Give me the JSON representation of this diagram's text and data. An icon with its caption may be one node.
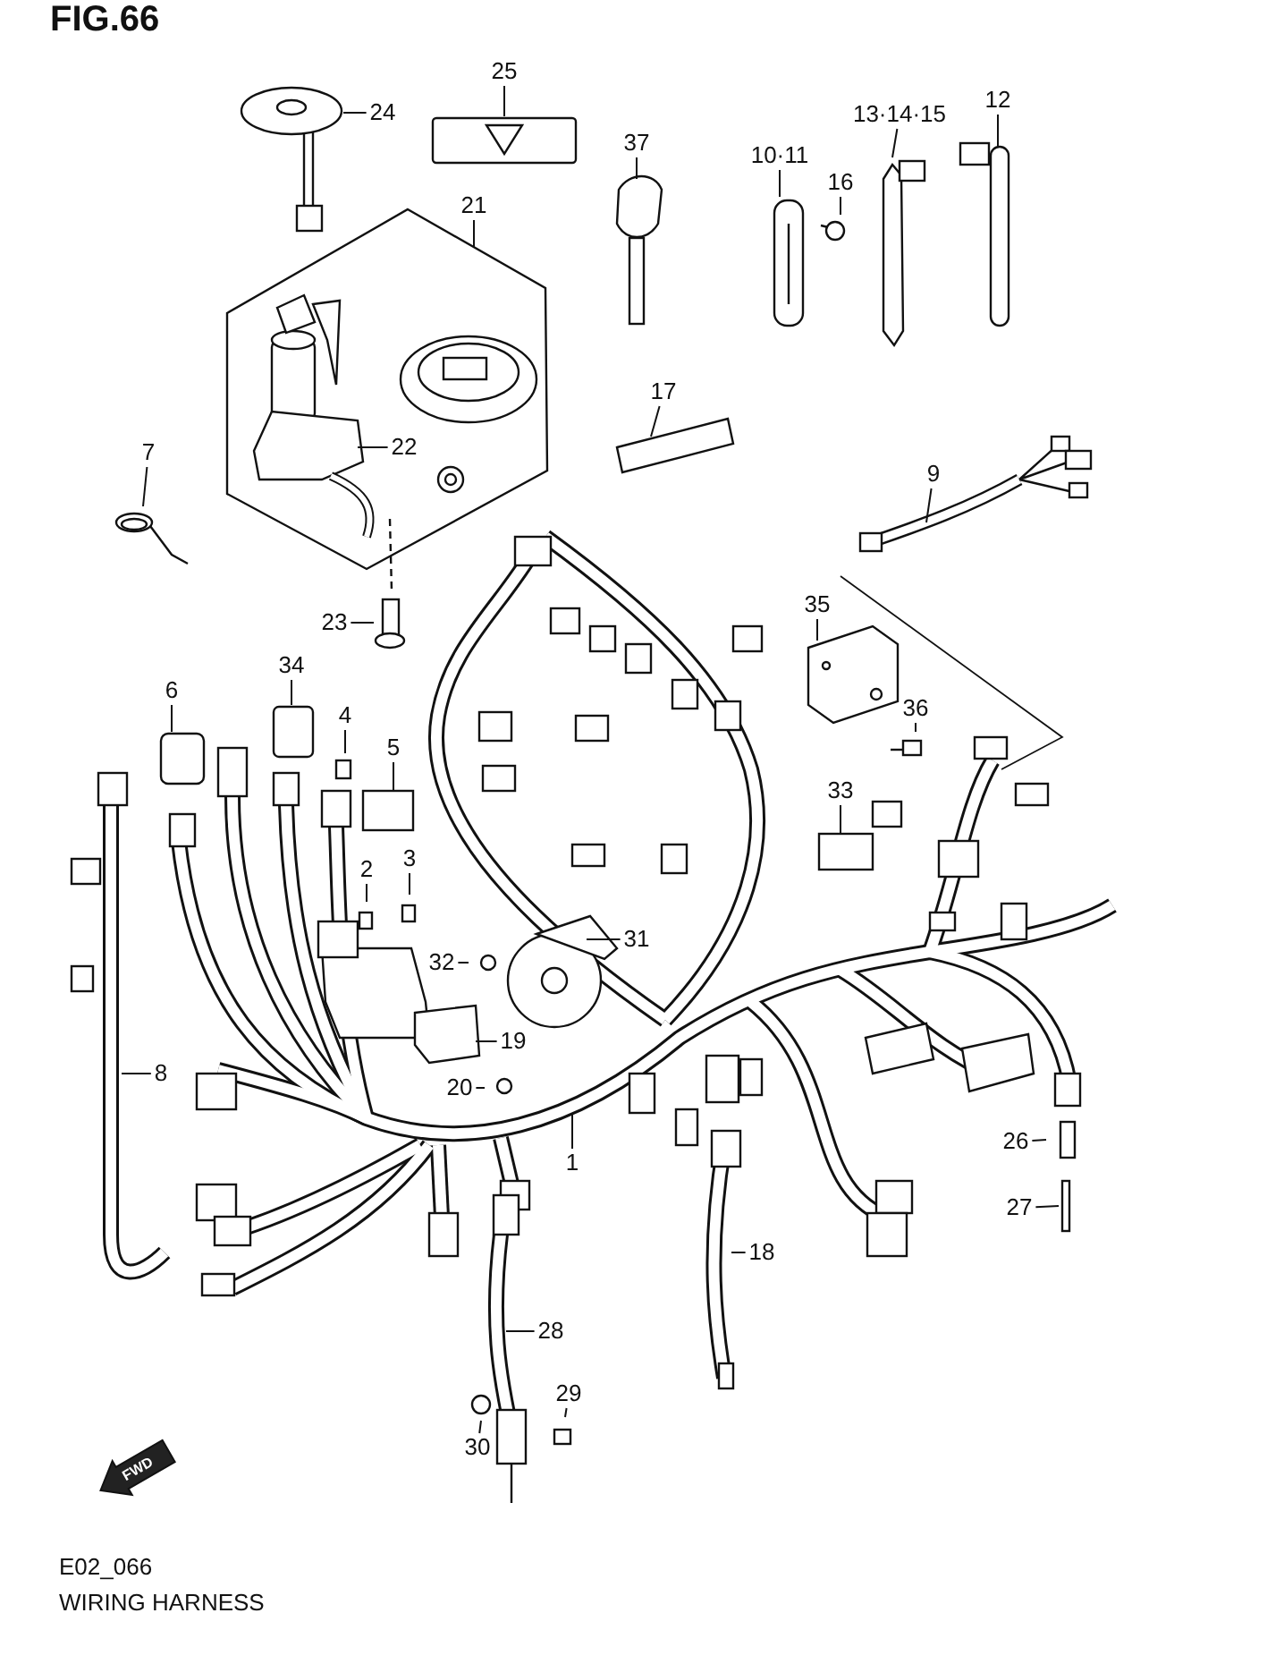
{
  "diagram": {
    "title": "FIG.66",
    "caption": "WIRING HARNESS",
    "nodes": [
      {
        "text": [
          "25"
        ]
      },
      {
        "text": [
          "24"
        ]
      },
      {
        "text": [
          "12"
        ]
      },
      {
        "text": [
          "13·14·15"
        ]
      },
      {
        "text": [
          "37"
        ]
      },
      {
        "text": [
          "10·11"
        ]
      },
      {
        "text": [
          "16"
        ]
      },
      {
        "text": [
          "21"
        ]
      },
      {
        "text": [
          "17"
        ]
      },
      {
        "text": [
          "22"
        ]
      },
      {
        "text": [
          "7"
        ]
      },
      {
        "text": [
          "9"
        ]
      },
      {
        "text": [
          "35"
        ]
      },
      {
        "text": [
          "23"
        ]
      },
      {
        "text": [
          "34"
        ]
      },
      {
        "text": [
          "6"
        ]
      },
      {
        "text": [
          "36"
        ]
      },
      {
        "text": [
          "4"
        ]
      },
      {
        "text": [
          "5"
        ]
      },
      {
        "text": [
          "33"
        ]
      },
      {
        "text": [
          "3"
        ]
      },
      {
        "text": [
          "2"
        ]
      },
      {
        "text": [
          "31"
        ]
      },
      {
        "text": [
          "32"
        ]
      },
      {
        "text": [
          "19"
        ]
      },
      {
        "text": [
          "20"
        ]
      },
      {
        "text": [
          "8"
        ]
      },
      {
        "text": [
          "26"
        ]
      },
      {
        "text": [
          "1"
        ]
      },
      {
        "text": [
          "27"
        ]
      },
      {
        "text": [
          "18"
        ]
      },
      {
        "text": [
          "28"
        ]
      },
      {
        "text": [
          "29"
        ]
      },
      {
        "text": [
          "30"
        ]
      }
    ],
    "edges": [
      {
        "from": 0,
        "to": null,
        "arrow": "none"
      },
      {
        "from": 1,
        "to": null,
        "arrow": "none"
      },
      {
        "from": 2,
        "to": null,
        "arrow": "none"
      },
      {
        "from": 3,
        "to": null,
        "arrow": "none"
      },
      {
        "from": 4,
        "to": null,
        "arrow": "none"
      },
      {
        "from": 5,
        "to": null,
        "arrow": "none"
      },
      {
        "from": 6,
        "to": null,
        "arrow": "none"
      },
      {
        "from": 7,
        "to": null,
        "arrow": "none"
      },
      {
        "from": 8,
        "to": null,
        "arrow": "none"
      },
      {
        "from": 9,
        "to": null,
        "arrow": "none"
      },
      {
        "from": 10,
        "to": null,
        "arrow": "none"
      },
      {
        "from": 11,
        "to": null,
        "arrow": "none"
      },
      {
        "from": 12,
        "to": null,
        "arrow": "none"
      },
      {
        "from": 13,
        "to": null,
        "arrow": "none"
      },
      {
        "from": 14,
        "to": null,
        "arrow": "none"
      },
      {
        "from": 15,
        "to": null,
        "arrow": "none"
      },
      {
        "from": 16,
        "to": null,
        "arrow": "none"
      },
      {
        "from": 17,
        "to": null,
        "arrow": "none"
      },
      {
        "from": 18,
        "to": null,
        "arrow": "none"
      },
      {
        "from": 19,
        "to": null,
        "arrow": "none"
      },
      {
        "from": 20,
        "to": null,
        "arrow": "none"
      },
      {
        "from": 21,
        "to": null,
        "arrow": "none"
      },
      {
        "from": 22,
        "to": null,
        "arrow": "none"
      },
      {
        "from": 23,
        "to": null,
        "arrow": "none"
      },
      {
        "from": 24,
        "to": null,
        "arrow": "none"
      },
      {
        "from": 25,
        "to": null,
        "arrow": "none"
      },
      {
        "from": 26,
        "to": null,
        "arrow": "none"
      },
      {
        "from": 27,
        "to": null,
        "arrow": "none"
      },
      {
        "from": 28,
        "to": null,
        "arrow": "none"
      },
      {
        "from": 29,
        "to": null,
        "arrow": "none"
      },
      {
        "from": 30,
        "to": null,
        "arrow": "none"
      },
      {
        "from": 31,
        "to": null,
        "arrow": "none"
      },
      {
        "from": 32,
        "to": null,
        "arrow": "none"
      },
      {
        "from": 33,
        "to": null,
        "arrow": "none"
      }
    ],
    "labels": [
      "FWD",
      "E02_066"
    ]
  }
}
